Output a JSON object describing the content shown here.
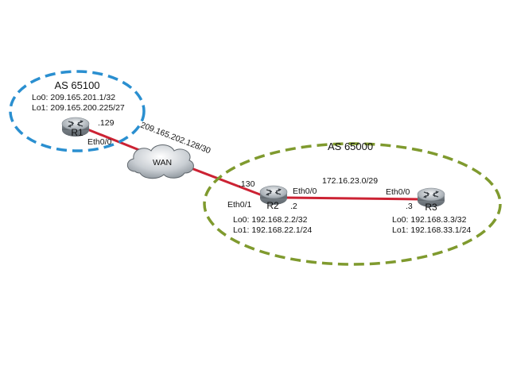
{
  "colors": {
    "as65100_border": "#2a8fd0",
    "as65000_border": "#7f9a2e",
    "link": "#cc2233",
    "router_body": "#8e969d"
  },
  "as65100": {
    "title": "AS 65100",
    "r1": {
      "name": "R1",
      "lo0": "Lo0: 209.165.201.1/32",
      "lo1": "Lo1: 209.165.200.225/27",
      "iface_eth00": "Eth0/0",
      "host_129": ".129"
    }
  },
  "wan": {
    "label": "WAN",
    "subnet": "209.165.202.128/30"
  },
  "as65000": {
    "title": "AS 65000",
    "link_subnet": "172.16.23.0/29",
    "r2": {
      "name": "R2",
      "host_130": ".130",
      "iface_eth01": "Eth0/1",
      "iface_eth00": "Eth0/0",
      "host_2": ".2",
      "lo0": "Lo0: 192.168.2.2/32",
      "lo1": "Lo1: 192.168.22.1/24"
    },
    "r3": {
      "name": "R3",
      "iface_eth00": "Eth0/0",
      "host_3": ".3",
      "lo0": "Lo0: 192.168.3.3/32",
      "lo1": "Lo1: 192.168.33.1/24"
    }
  }
}
